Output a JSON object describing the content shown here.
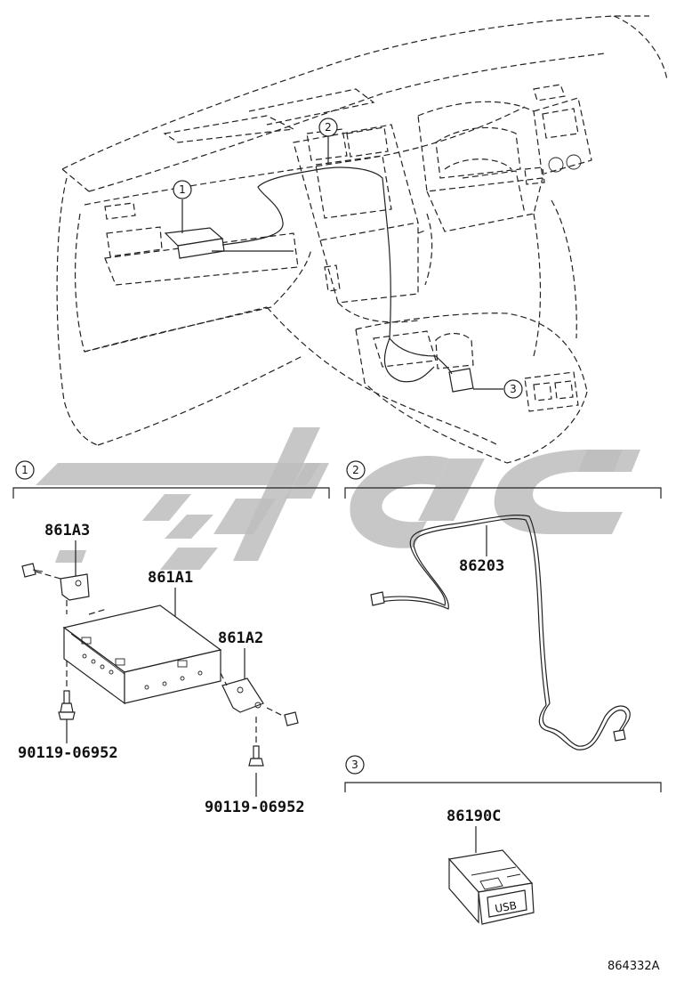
{
  "callouts": {
    "one": "1",
    "two": "2",
    "three": "3"
  },
  "sections": [
    {
      "number": "1"
    },
    {
      "number": "2"
    },
    {
      "number": "3"
    }
  ],
  "parts": {
    "p861A3": "861A3",
    "p861A1": "861A1",
    "p861A2": "861A2",
    "p86203": "86203",
    "p86190C": "86190C",
    "bolt_left": "90119-06952",
    "bolt_right": "90119-06952"
  },
  "usb_label": "USB",
  "diagram_code": "864332A"
}
